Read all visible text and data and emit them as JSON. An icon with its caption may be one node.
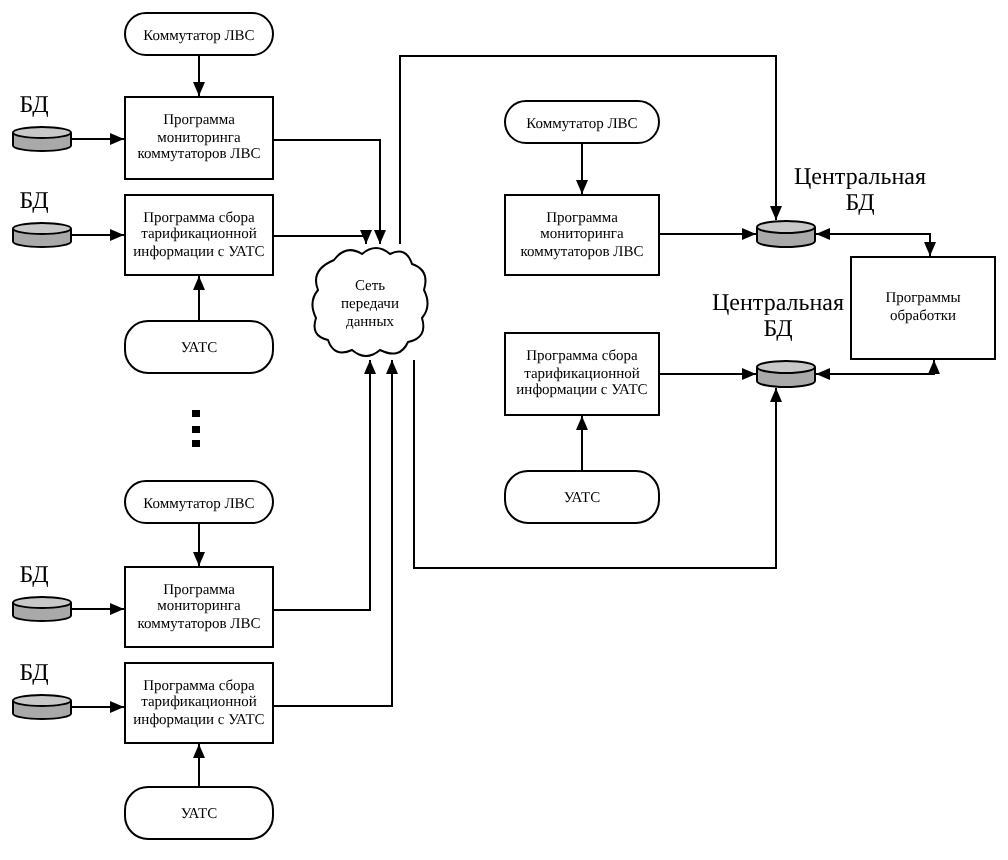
{
  "diagram": {
    "nodes": [
      {
        "text": [
          "Коммутатор ЛВС"
        ]
      },
      {
        "text": [
          "БД"
        ]
      },
      {
        "text": [
          "Программа мониторинга коммутаторов ЛВС"
        ]
      },
      {
        "text": [
          "БД"
        ]
      },
      {
        "text": [
          "Программа сбора тарификационной информации с УАТС"
        ]
      },
      {
        "text": [
          "УАТС"
        ]
      },
      {
        "text": [
          "Сеть передачи данных"
        ]
      },
      {
        "text": [
          "Коммутатор ЛВС"
        ]
      },
      {
        "text": [
          "Программа мониторинга коммутаторов ЛВС"
        ]
      },
      {
        "text": [
          "Центральная БД"
        ]
      },
      {
        "text": [
          "Программы обработки"
        ]
      },
      {
        "text": [
          "Центральная БД"
        ]
      },
      {
        "text": [
          "Программа сбора тарификационной информации с УАТС"
        ]
      },
      {
        "text": [
          "УАТС"
        ]
      },
      {
        "text": [
          "Коммутатор ЛВС"
        ]
      },
      {
        "text": [
          "БД"
        ]
      },
      {
        "text": [
          "Программа мониторинга коммутаторов ЛВС"
        ]
      },
      {
        "text": [
          "БД"
        ]
      },
      {
        "text": [
          "Программа сбора тарификационной информации с УАТС"
        ]
      },
      {
        "text": [
          "УАТС"
        ]
      }
    ],
    "edges": [
      {
        "from": 0,
        "to": 2,
        "arrow": "to"
      },
      {
        "from": 1,
        "to": 2,
        "arrow": "to"
      },
      {
        "from": 2,
        "to": 6,
        "arrow": "to"
      },
      {
        "from": 3,
        "to": 4,
        "arrow": "to"
      },
      {
        "from": 4,
        "to": 6,
        "arrow": "to"
      },
      {
        "from": 5,
        "to": 4,
        "arrow": "to"
      },
      {
        "from": 6,
        "to": 9,
        "arrow": "to"
      },
      {
        "from": 7,
        "to": 8,
        "arrow": "to"
      },
      {
        "from": 8,
        "to": 9,
        "arrow": "to"
      },
      {
        "from": 9,
        "to": 10,
        "arrow": "both"
      },
      {
        "from": 11,
        "to": 10,
        "arrow": "both"
      },
      {
        "from": 12,
        "to": 11,
        "arrow": "to"
      },
      {
        "from": 13,
        "to": 12,
        "arrow": "to"
      },
      {
        "from": 6,
        "to": 11,
        "arrow": "to"
      },
      {
        "from": 14,
        "to": 16,
        "arrow": "to"
      },
      {
        "from": 15,
        "to": 16,
        "arrow": "to"
      },
      {
        "from": 16,
        "to": 6,
        "arrow": "to"
      },
      {
        "from": 17,
        "to": 18,
        "arrow": "to"
      },
      {
        "from": 18,
        "to": 6,
        "arrow": "to"
      },
      {
        "from": 19,
        "to": 18,
        "arrow": "to"
      }
    ]
  }
}
